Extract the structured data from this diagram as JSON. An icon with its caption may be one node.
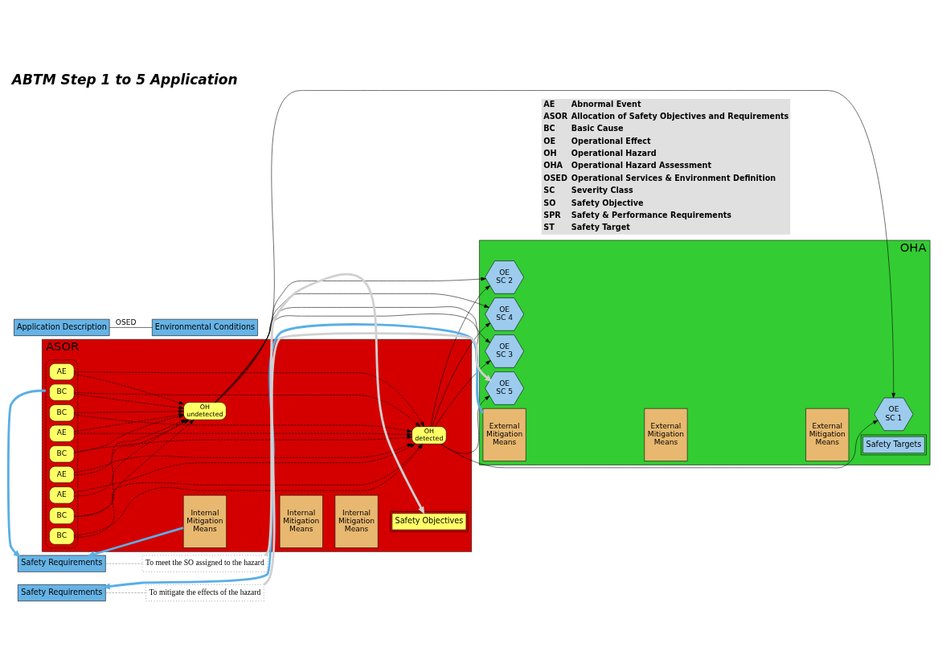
{
  "diagram": {
    "title": "ABTM Step 1 to 5 Application",
    "nodes": [
      {
        "text": [
          "ASOR"
        ]
      },
      {
        "text": [],
        "shape": "box",
        "in": 0
      },
      {
        "text": [
          "BC"
        ],
        "in": 1
      },
      {
        "text": [
          "AE"
        ],
        "in": 1
      },
      {
        "text": [
          "BC"
        ],
        "in": 1
      },
      {
        "text": [
          "AE"
        ],
        "in": 1
      },
      {
        "text": [
          "BC"
        ],
        "in": 1
      },
      {
        "text": [
          "AE"
        ],
        "in": 1
      },
      {
        "text": [
          "BC"
        ],
        "in": 1
      },
      {
        "text": [
          "AE"
        ],
        "in": 1
      },
      {
        "text": [
          "BC"
        ],
        "in": 1
      },
      {
        "text": [
          "Internal Mitigation Means"
        ],
        "in": 0
      },
      {
        "text": [
          "Internal Mitigation Means"
        ],
        "in": 0
      },
      {
        "text": [
          "Internal Mitigation Means"
        ],
        "in": 0
      },
      {
        "text": [
          "OH",
          "detected"
        ],
        "in": 0
      },
      {
        "text": [
          "OH",
          "undetected"
        ],
        "in": 0
      },
      {
        "text": [
          "Safety Objectives"
        ],
        "in": 0
      },
      {
        "text": [
          "Application Description"
        ]
      },
      {
        "text": [
          "Environmental Conditions"
        ]
      },
      {
        "text": [
          "OHA"
        ]
      },
      {
        "text": [
          "External Mitigation Means"
        ],
        "in": 19
      },
      {
        "text": [
          "External Mitigation Means"
        ],
        "in": 19
      },
      {
        "text": [
          "External Mitigation Means"
        ],
        "in": 19
      },
      {
        "text": [
          "Safety Targets"
        ],
        "in": 19
      },
      {
        "text": [
          "OE",
          "SC 1"
        ],
        "in": 19
      },
      {
        "text": [
          "OE",
          "SC 2"
        ],
        "in": 19
      },
      {
        "text": [
          "OE",
          "SC 3"
        ],
        "in": 19
      },
      {
        "text": [
          "OE",
          "SC 4"
        ],
        "in": 19
      },
      {
        "text": [
          "OE",
          "SC 5"
        ],
        "in": 19
      },
      {
        "text": [
          "Safety Requirements"
        ]
      },
      {
        "text": [
          "To meet the SO assigned to the hazard"
        ]
      },
      {
        "text": [
          "Safety Requirements"
        ]
      },
      {
        "text": [
          "To mitigate the effects of the hazard"
        ]
      }
    ],
    "edges": [
      {
        "from": 17,
        "to": 18,
        "arrow": "none",
        "label": "OSED"
      },
      {
        "from": 2,
        "to": 14,
        "arrow": "to",
        "style": "dashed"
      },
      {
        "from": 3,
        "to": 14,
        "arrow": "to",
        "style": "dashed"
      },
      {
        "from": 4,
        "to": 14,
        "arrow": "to",
        "style": "dashed"
      },
      {
        "from": 5,
        "to": 14,
        "arrow": "to",
        "style": "dashed"
      },
      {
        "from": 6,
        "to": 14,
        "arrow": "to",
        "style": "dashed"
      },
      {
        "from": 7,
        "to": 14,
        "arrow": "to",
        "style": "dashed"
      },
      {
        "from": 8,
        "to": 14,
        "arrow": "to",
        "style": "dashed"
      },
      {
        "from": 9,
        "to": 14,
        "arrow": "to",
        "style": "dashed"
      },
      {
        "from": 10,
        "to": 14,
        "arrow": "to",
        "style": "dashed"
      },
      {
        "from": 2,
        "to": 15,
        "arrow": "to",
        "style": "dashed"
      },
      {
        "from": 3,
        "to": 15,
        "arrow": "to",
        "style": "dashed"
      },
      {
        "from": 4,
        "to": 15,
        "arrow": "to",
        "style": "dashed"
      },
      {
        "from": 5,
        "to": 15,
        "arrow": "to",
        "style": "dashed"
      },
      {
        "from": 6,
        "to": 15,
        "arrow": "to",
        "style": "dashed"
      },
      {
        "from": 7,
        "to": 15,
        "arrow": "to",
        "style": "dashed"
      },
      {
        "from": 8,
        "to": 15,
        "arrow": "to",
        "style": "dashed"
      },
      {
        "from": 9,
        "to": 15,
        "arrow": "to",
        "style": "dashed"
      },
      {
        "from": 10,
        "to": 15,
        "arrow": "to",
        "style": "dashed"
      },
      {
        "from": 14,
        "to": 24,
        "arrow": "to"
      },
      {
        "from": 14,
        "to": 25,
        "arrow": "to"
      },
      {
        "from": 14,
        "to": 26,
        "arrow": "to"
      },
      {
        "from": 14,
        "to": 27,
        "arrow": "to"
      },
      {
        "from": 14,
        "to": 28,
        "arrow": "to"
      },
      {
        "from": 15,
        "to": 24,
        "arrow": "to"
      },
      {
        "from": 15,
        "to": 25,
        "arrow": "to"
      },
      {
        "from": 15,
        "to": 26,
        "arrow": "to"
      },
      {
        "from": 15,
        "to": 27,
        "arrow": "to"
      },
      {
        "from": 15,
        "to": 28,
        "arrow": "to"
      },
      {
        "from": 1,
        "to": 29,
        "arrow": "to",
        "style": "thick",
        "color": "#5aaee6"
      },
      {
        "from": 11,
        "to": 29,
        "arrow": "to",
        "style": "thick",
        "color": "#5aaee6"
      },
      {
        "from": 20,
        "to": 31,
        "arrow": "to",
        "style": "thick",
        "color": "#5aaee6"
      },
      {
        "from": 30,
        "to": 16,
        "arrow": "to",
        "style": "thick",
        "color": "#d0d0d0"
      },
      {
        "from": 32,
        "to": 28,
        "arrow": "to",
        "style": "thick",
        "color": "#d0d0d0"
      },
      {
        "from": 29,
        "to": 30,
        "arrow": "none",
        "style": "dashed",
        "color": "#888888"
      },
      {
        "from": 31,
        "to": 32,
        "arrow": "none",
        "style": "dashed",
        "color": "#888888"
      }
    ],
    "labels": [
      "AE",
      "Abnormal Event",
      "ASOR",
      "Allocation of Safety Objectives and Requirements",
      "BC",
      "Basic Cause",
      "OE",
      "Operational Effect",
      "OH",
      "Operational Hazard",
      "OHA",
      "Operational Hazard Assessment",
      "OSED",
      "Operational Services & Environment Definition",
      "SC",
      "Severity Class",
      "SO",
      "Safety Objective",
      "SPR",
      "Safety & Performance Requirements",
      "ST",
      "Safety Target"
    ]
  }
}
